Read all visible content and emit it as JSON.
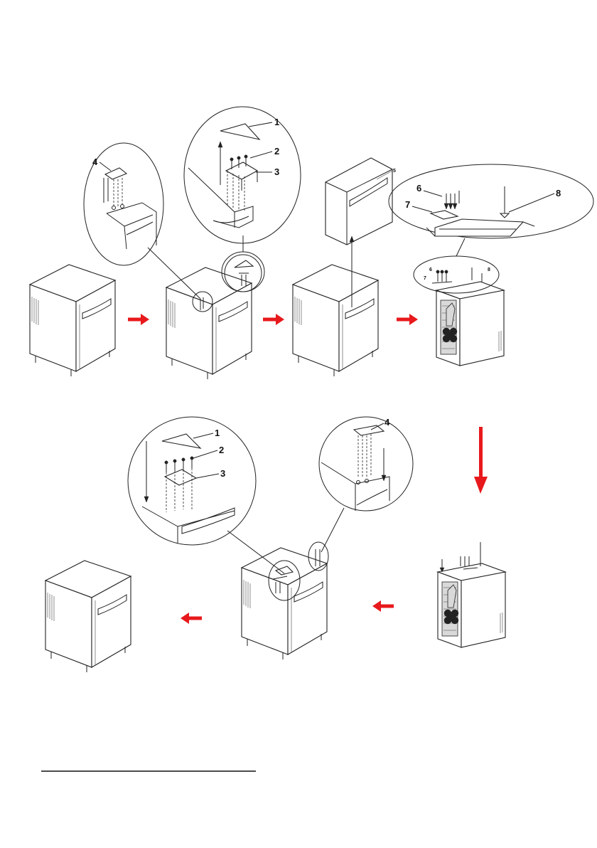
{
  "callouts": {
    "label_1": "1",
    "label_2": "2",
    "label_3": "3",
    "label_4": "4",
    "label_5": "5",
    "label_6": "6",
    "label_7": "7",
    "label_8": "8"
  },
  "colors": {
    "arrow": "#e8191c",
    "line": "#222222",
    "background": "#ffffff"
  },
  "icons": {
    "step_arrow": "red-arrow-right",
    "step_arrow_down": "red-arrow-down",
    "step_arrow_back": "red-arrow-left"
  }
}
